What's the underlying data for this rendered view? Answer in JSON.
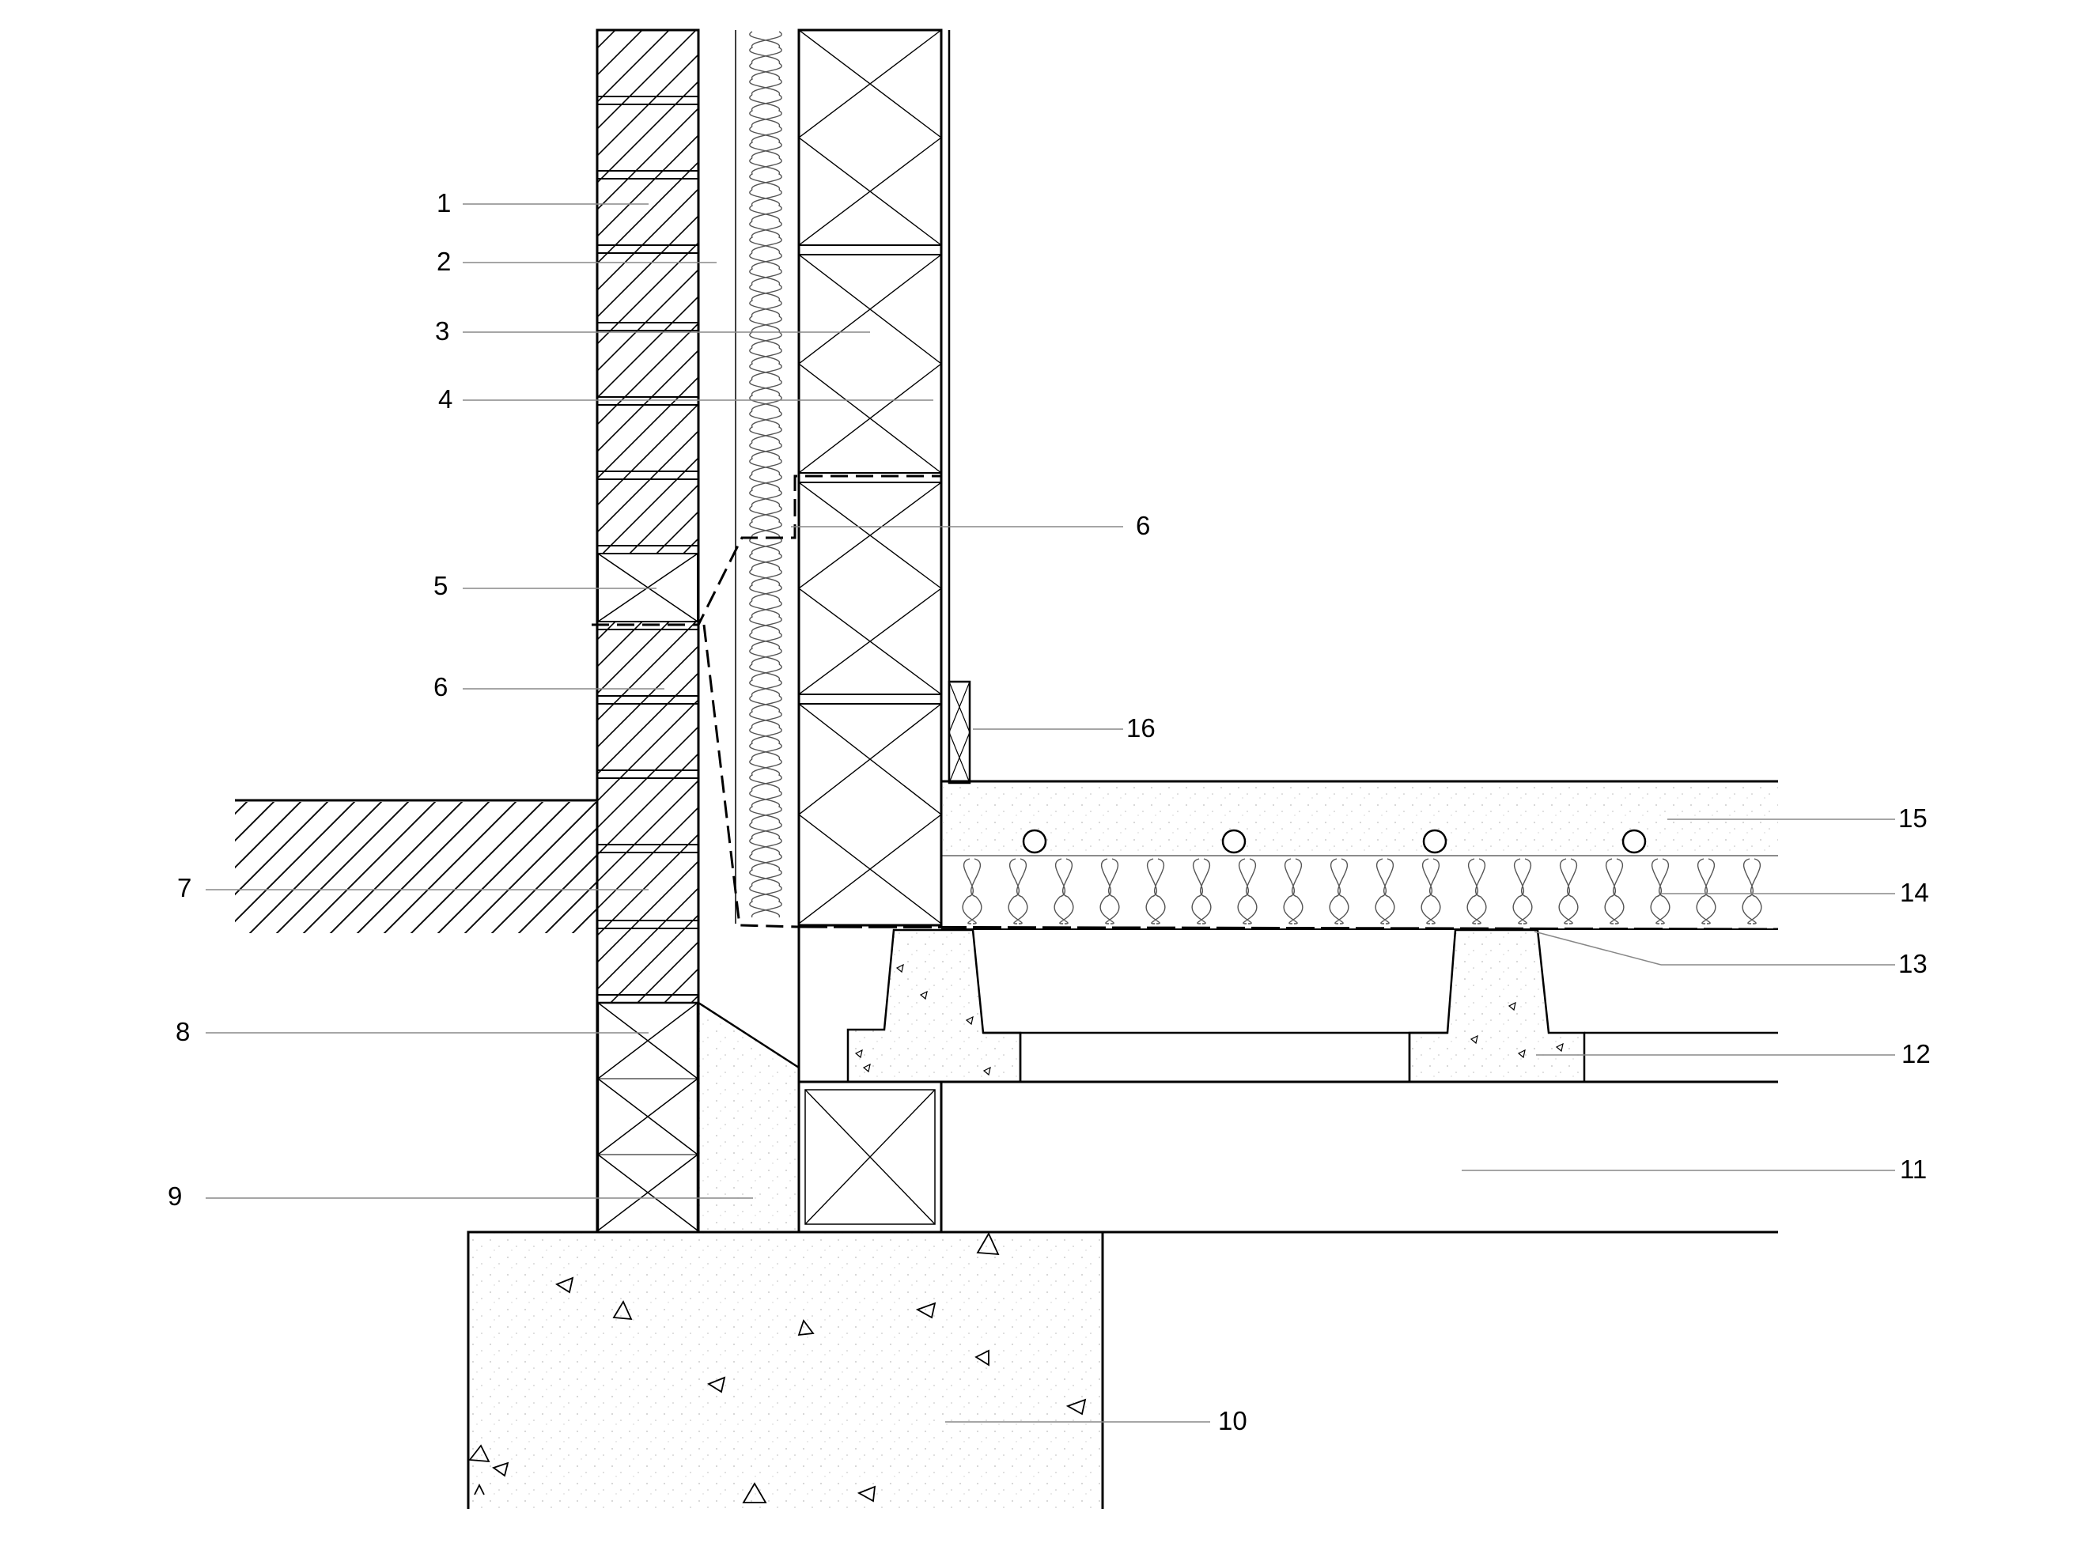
{
  "labels": {
    "l1": "1",
    "l2": "2",
    "l3": "3",
    "l4": "4",
    "l5": "5",
    "l6a": "6",
    "l6b": "6",
    "l7": "7",
    "l8": "8",
    "l9": "9",
    "l10": "10",
    "l11": "11",
    "l12": "12",
    "l13": "13",
    "l14": "14",
    "l15": "15",
    "l16": "16"
  }
}
